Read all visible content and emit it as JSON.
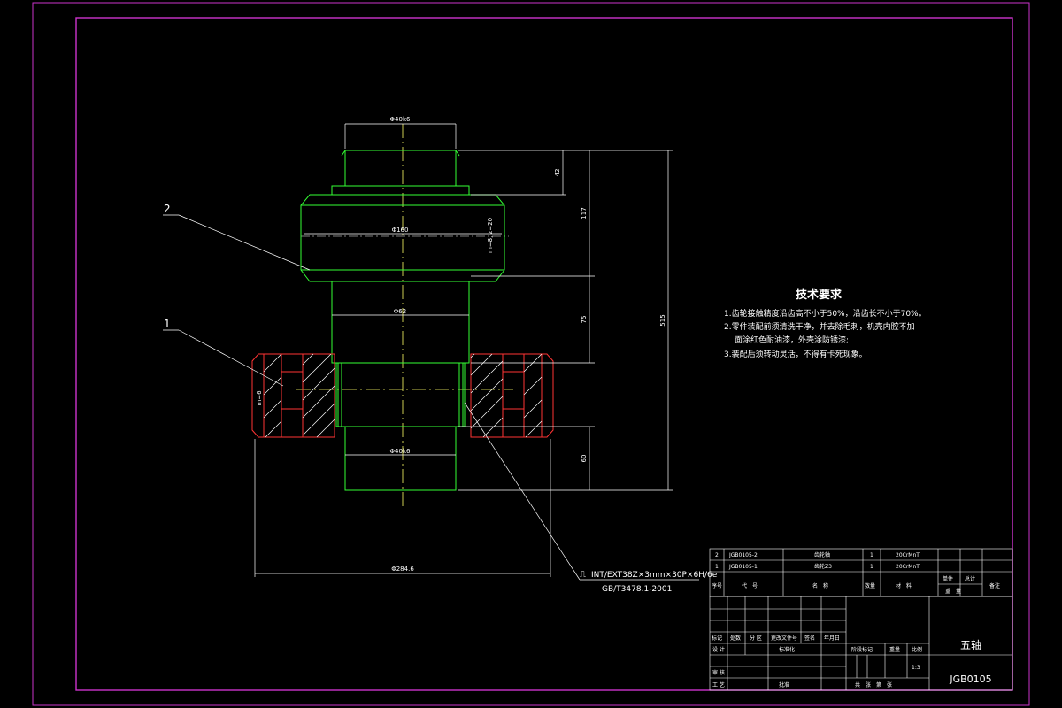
{
  "dimensions": {
    "top_diameter": "Φ40k6",
    "gear_diameter": "Φ160",
    "mid_diameter": "Φ62",
    "bottom_diameter": "Φ40k6",
    "flange_diameter": "Φ284.6",
    "v42": "42",
    "v117": "117",
    "v75": "75",
    "v60": "60",
    "v515": "515",
    "gear_module": "m=8, z=20",
    "flange_module": "m=6"
  },
  "balloons": {
    "b1": "1",
    "b2": "2"
  },
  "spline_note": {
    "line1": "INT/EXT38Z×3mm×30P×6H/6e",
    "line2": "GB/T3478.1-2001"
  },
  "tech_requirements": {
    "title": "技术要求",
    "items": [
      "1.齿轮接触精度沿齿高不小于50%，沿齿长不小于70%。",
      "2.零件装配前须清洗干净，并去除毛刺，机壳内腔不加",
      "面涂红色耐油漆，外壳涂防锈漆;",
      "3.装配后须转动灵活，不得有卡死现象。"
    ]
  },
  "parts_list": {
    "rows": [
      {
        "no": "2",
        "code": "JGB0105-2",
        "name": "齿轮轴",
        "qty": "1",
        "material": "20CrMnTi"
      },
      {
        "no": "1",
        "code": "JGB0105-1",
        "name": "齿轮Z3",
        "qty": "1",
        "material": "20CrMnTi"
      }
    ],
    "header": {
      "no": "序号",
      "code": "代　号",
      "name": "名　称",
      "qty": "数量",
      "material": "材　料",
      "unit_weight": "单件",
      "total_weight": "总计",
      "weight": "重　量",
      "remarks": "备注"
    }
  },
  "title_block": {
    "part_name": "五轴",
    "drawing_no": "JGB0105",
    "scale": "1:3",
    "labels": {
      "mark": "标记",
      "count": "处数",
      "zone": "分 区",
      "change_doc": "更改文件号",
      "sign": "签名",
      "date": "年月日",
      "design": "设 计",
      "standard": "标准化",
      "stage_mark": "阶段标记",
      "weight": "重量",
      "scale": "比例",
      "review": "审 核",
      "process": "工 艺",
      "approve": "批准",
      "sheets": "共　张　第　张"
    }
  }
}
